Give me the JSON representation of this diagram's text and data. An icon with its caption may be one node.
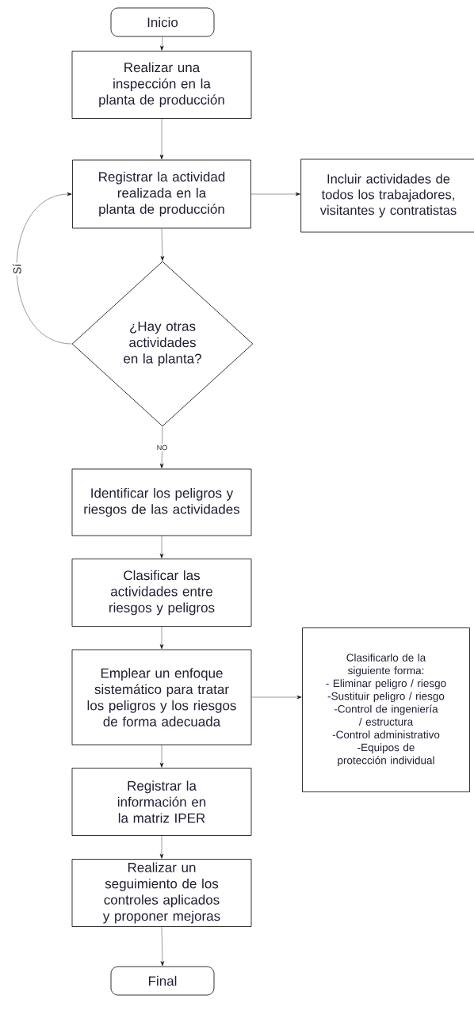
{
  "diagram": {
    "nodes": [
      {
        "text": [
          "Inicio"
        ]
      },
      {
        "text": [
          "Realizar una inspección en la planta de producción"
        ]
      },
      {
        "text": [
          "Registrar la actividad realizada en la planta de producción"
        ]
      },
      {
        "text": [
          "Incluir actividades de todos los trabajadores, visitantes y contratistas"
        ]
      },
      {
        "text": [
          "¿Hay otras actividades en la planta?"
        ]
      },
      {
        "text": [
          "Identificar los peligros y riesgos de las actividades"
        ]
      },
      {
        "text": [
          "Clasificar las actividades entre riesgos y peligros"
        ]
      },
      {
        "text": [
          "Emplear un enfoque sistemático para tratar los peligros y los riesgos de forma adecuada"
        ]
      },
      {
        "text": [
          "Clasificarlo de la siguiente forma:",
          "- Eliminar peligro / riesgo",
          "-Sustituir peligro / riesgo",
          "-Control de ingeniería / estructura",
          "-Control administrativo",
          "-Equipos de protección individual"
        ]
      },
      {
        "text": [
          "Registrar la información en la matriz IPER"
        ]
      },
      {
        "text": [
          "Realizar un seguimiento de los controles aplicados y proponer mejoras"
        ]
      },
      {
        "text": [
          "Final"
        ]
      }
    ],
    "edges": [
      {
        "from": 0,
        "to": 1,
        "arrow": "to"
      },
      {
        "from": 1,
        "to": 2,
        "arrow": "to"
      },
      {
        "from": 2,
        "to": 3,
        "arrow": "to"
      },
      {
        "from": 2,
        "to": 4,
        "arrow": "to"
      },
      {
        "from": 4,
        "to": 2,
        "arrow": "to",
        "label": "Sí"
      },
      {
        "from": 4,
        "to": 5,
        "arrow": "to",
        "label": "NO"
      },
      {
        "from": 5,
        "to": 6,
        "arrow": "to"
      },
      {
        "from": 6,
        "to": 7,
        "arrow": "to"
      },
      {
        "from": 7,
        "to": 8,
        "arrow": "to"
      },
      {
        "from": 7,
        "to": 9,
        "arrow": "to"
      },
      {
        "from": 9,
        "to": 10,
        "arrow": "to"
      },
      {
        "from": 10,
        "to": 11,
        "arrow": "to"
      }
    ]
  }
}
